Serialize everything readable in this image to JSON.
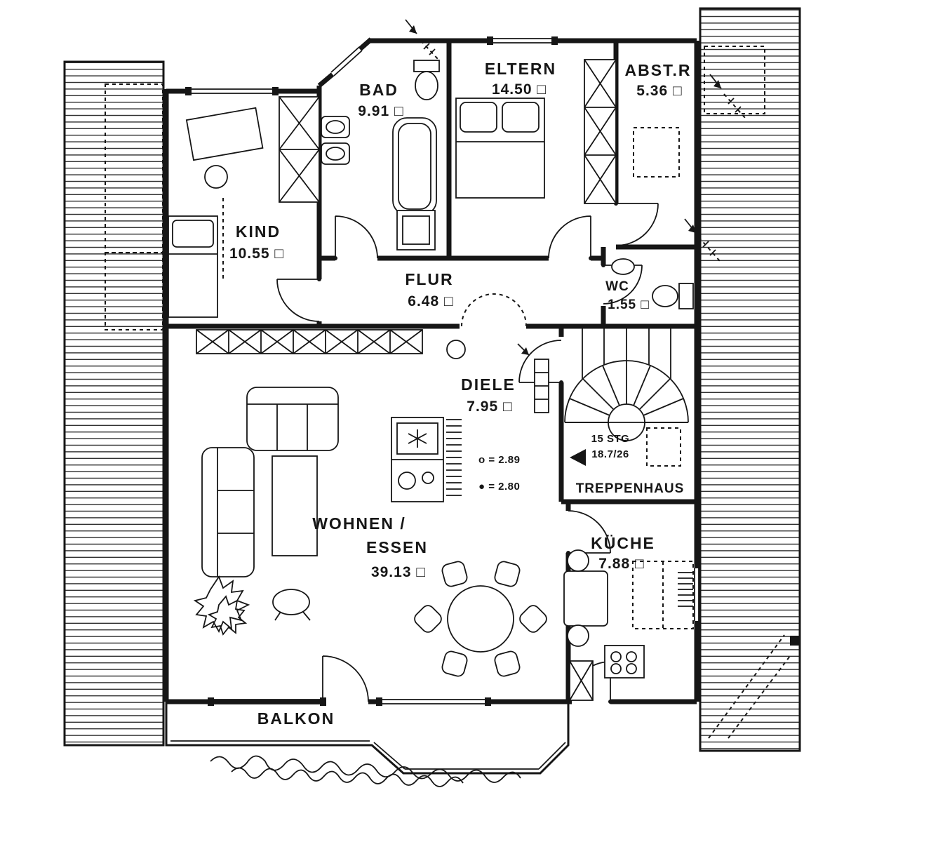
{
  "colors": {
    "ink": "#161616",
    "paper": "#ffffff"
  },
  "rooms": {
    "bad": {
      "label": "BAD",
      "area": "9.91 □"
    },
    "eltern": {
      "label": "ELTERN",
      "area": "14.50 □"
    },
    "abstr": {
      "label": "ABST.R",
      "area": "5.36 □"
    },
    "kind": {
      "label": "KIND",
      "area": "10.55 □"
    },
    "flur": {
      "label": "FLUR",
      "area": "6.48 □"
    },
    "wc": {
      "label": "WC",
      "area": "1.55 □"
    },
    "diele": {
      "label": "DIELE",
      "area": "7.95 □"
    },
    "treppenhaus": {
      "label": "TREPPENHAUS"
    },
    "wohnen": {
      "label_line1": "WOHNEN /",
      "label_line2": "ESSEN",
      "area": "39.13 □"
    },
    "kueche": {
      "label": "KÜCHE",
      "area": "7.88 □"
    },
    "balkon": {
      "label": "BALKON"
    }
  },
  "annotations": {
    "stair_count": "15 STG",
    "stair_dims": "18.7/26",
    "ceiling_open": "o = 2.89",
    "ceiling_filled": "● = 2.80"
  }
}
